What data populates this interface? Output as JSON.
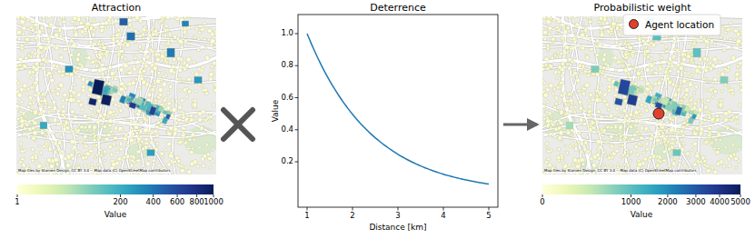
{
  "diagram": {
    "nodes": [
      {
        "text": [
          "Attraction"
        ]
      },
      {
        "text": [
          "Deterrence"
        ]
      },
      {
        "text": [
          "Probabilistic weight"
        ]
      }
    ],
    "edges": [
      {
        "from": 1,
        "to": 2,
        "arrow": "to"
      }
    ],
    "labels": [
      "Map tiles by Stamen Design, CC BY 3.0 -- Map data (C) OpenStreetMap contributors",
      "1",
      "200",
      "400",
      "600",
      "800",
      "1000",
      "Value",
      "1.0",
      "0.8",
      "0.6",
      "0.4",
      "0.2",
      "Value",
      "1",
      "2",
      "3",
      "4",
      "5",
      "Distance [km]",
      "Map tiles by Stamen Design, CC BY 3.0 -- Map data (C) OpenStreetMap contributors",
      "0",
      "1000",
      "2000",
      "3000",
      "4000",
      "5000",
      "Value"
    ],
    "legend": [
      {
        "text": "Agent location"
      }
    ]
  }
}
